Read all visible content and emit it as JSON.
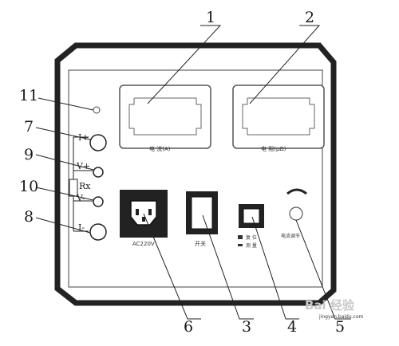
{
  "callouts": {
    "n1": "1",
    "n2": "2",
    "n3": "3",
    "n4": "4",
    "n5": "5",
    "n6": "6",
    "n7": "7",
    "n8": "8",
    "n9": "9",
    "n10": "10",
    "n11": "11"
  },
  "panel": {
    "current_display_label": "电 流(A)",
    "resistance_display_label": "电 阻(μΩ)",
    "power_socket_label": "AC220V",
    "switch_label": "开关",
    "reset_label": "复 位",
    "measure_label": "测 量",
    "current_adjust_label": "电流调节"
  },
  "terminals": {
    "i_plus": "I+",
    "v_plus": "V+",
    "rx": "Rx",
    "v_minus": "V-",
    "i_minus": "I-"
  },
  "watermark": {
    "text": "Bai 经验",
    "url": "jingyan.baidu.com"
  }
}
